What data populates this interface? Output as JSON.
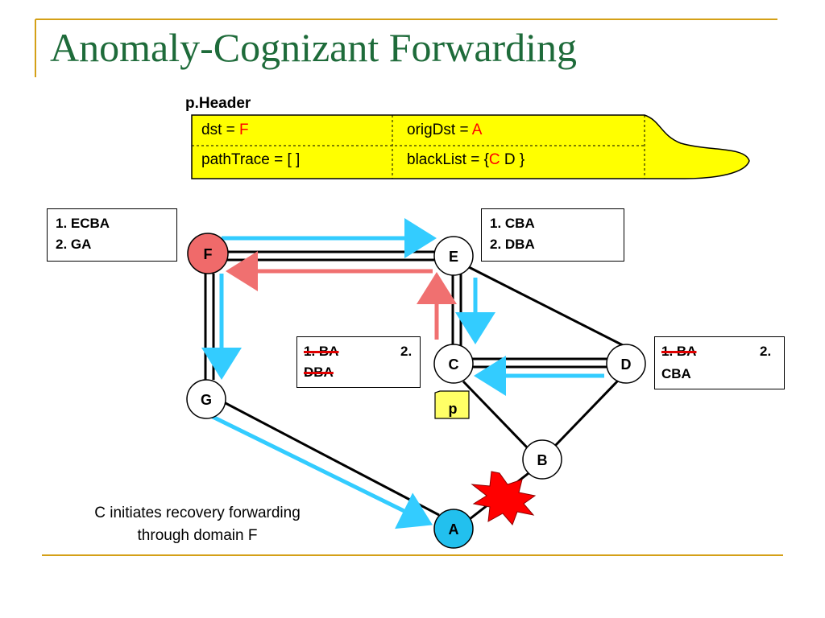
{
  "title": "Anomaly-Cognizant Forwarding",
  "header": {
    "label": "p.Header",
    "dst_label": "dst = ",
    "dst_value": "F",
    "origdst_label": "origDst = ",
    "origdst_value": "A",
    "pathtrace": "pathTrace = [ ]",
    "blacklist_prefix": "blackList = {",
    "blacklist_red": "C",
    "blacklist_rest": " D }"
  },
  "nodes": {
    "F": "F",
    "E": "E",
    "C": "C",
    "D": "D",
    "G": "G",
    "B": "B",
    "A": "A",
    "p": "p"
  },
  "boxes": {
    "F": {
      "line1": "1.  ECBA",
      "line2": "2.  GA"
    },
    "E": {
      "line1": "1.  CBA",
      "line2": "2.  DBA"
    },
    "C": {
      "line1a": "1.  BA",
      "line1b": "2.",
      "line2": "DBA"
    },
    "D": {
      "line1a": "1.  BA",
      "line1b": "2.",
      "line2": "CBA"
    }
  },
  "caption": {
    "line1": "C initiates recovery forwarding",
    "line2": "through domain F"
  },
  "colors": {
    "title": "#1e6b3a",
    "accent_line": "#d4a017",
    "header_fill": "#ffff00",
    "forward_arrow": "#33ccff",
    "reverse_arrow": "#f07070",
    "node_F": "#f06a6a",
    "node_A": "#22c0ee",
    "explosion": "#ff0000"
  }
}
